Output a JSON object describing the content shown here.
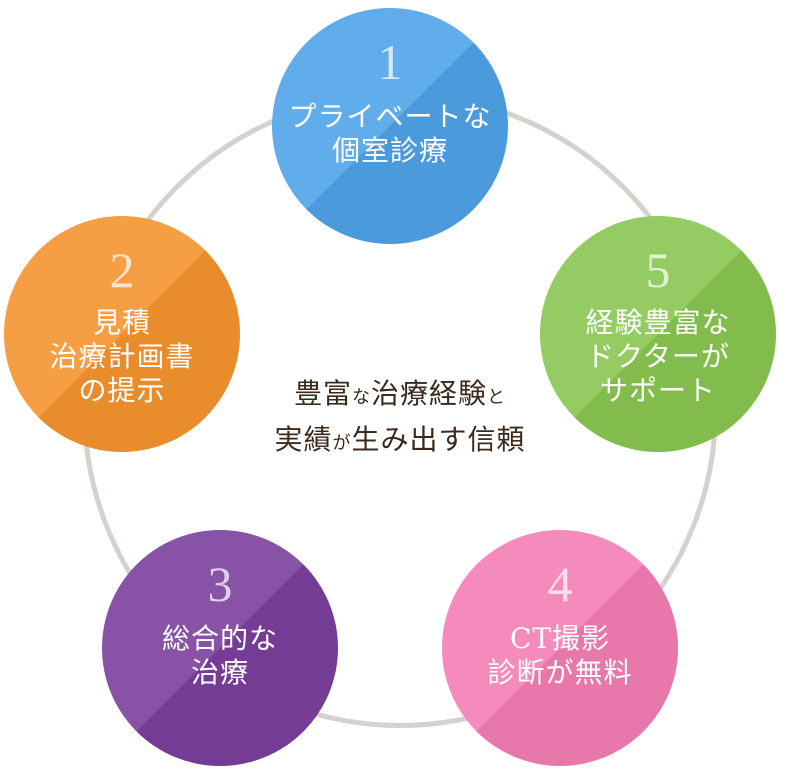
{
  "center": {
    "line1": [
      {
        "text": "豊富",
        "size": "big"
      },
      {
        "text": "な",
        "size": "small"
      },
      {
        "text": "治療経験",
        "size": "big"
      },
      {
        "text": "と",
        "size": "small"
      }
    ],
    "line2": [
      {
        "text": "実績",
        "size": "big"
      },
      {
        "text": "が",
        "size": "small"
      },
      {
        "text": "生み出す信頼",
        "size": "big"
      }
    ]
  },
  "nodes": [
    {
      "id": "node-1",
      "number": "1",
      "lines": [
        "プライベートな",
        "個室診療"
      ],
      "color": "#4fa3e8"
    },
    {
      "id": "node-2",
      "number": "2",
      "lines": [
        "見積",
        "治療計画書",
        "の提示"
      ],
      "color": "#f5932e"
    },
    {
      "id": "node-3",
      "number": "3",
      "lines": [
        "総合的な",
        "治療"
      ],
      "color": "#7a3f9c"
    },
    {
      "id": "node-4",
      "number": "4",
      "lines": [
        "CT撮影",
        "診断が無料"
      ],
      "color": "#f47eb4"
    },
    {
      "id": "node-5",
      "number": "5",
      "lines": [
        "経験豊富な",
        "ドクターが",
        "サポート"
      ],
      "color": "#88c651"
    }
  ],
  "ring_color": "#d6d1cd",
  "center_text_color": "#3d2a1c"
}
